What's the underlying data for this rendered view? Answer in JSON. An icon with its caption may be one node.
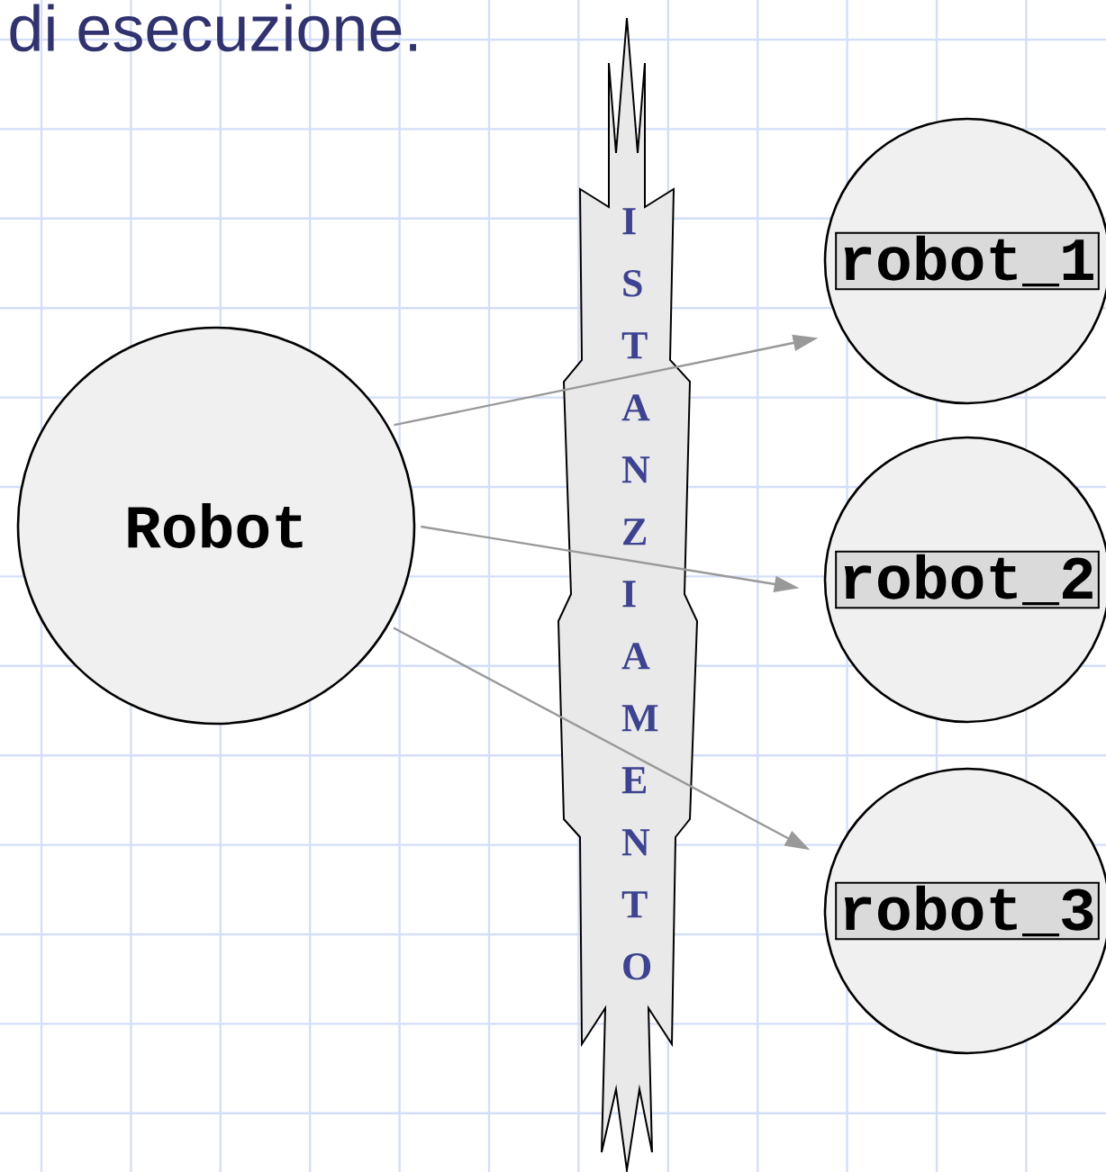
{
  "diagram": {
    "nodes": [
      {
        "text": [
          "Robot"
        ]
      },
      {
        "text": [
          "robot_1"
        ]
      },
      {
        "text": [
          "robot_2"
        ]
      },
      {
        "text": [
          "robot_3"
        ]
      }
    ],
    "edges": [
      {
        "from": 0,
        "to": 1,
        "arrow": "to"
      },
      {
        "from": 0,
        "to": 2,
        "arrow": "to"
      },
      {
        "from": 0,
        "to": 3,
        "arrow": "to"
      }
    ],
    "labels": [
      "di esecuzione.",
      "ISTANZIAMENTO"
    ]
  }
}
